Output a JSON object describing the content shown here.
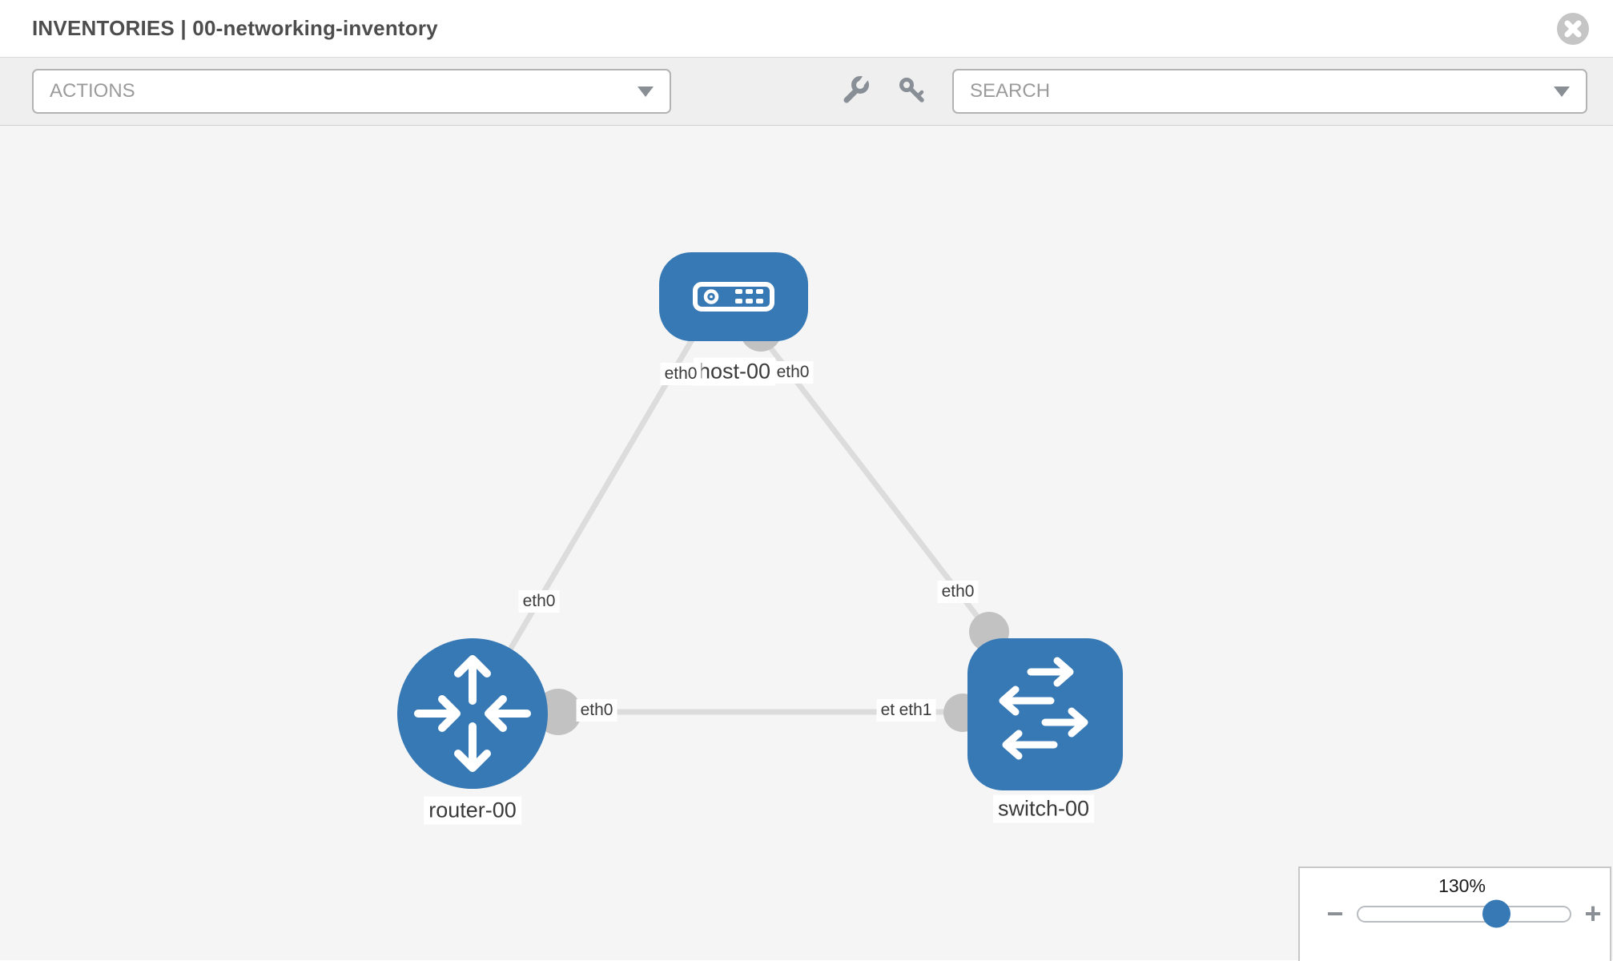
{
  "header": {
    "title": "INVENTORIES | 00-networking-inventory",
    "close_icon": "x-circle-icon"
  },
  "toolbar": {
    "actions_placeholder": "ACTIONS",
    "search_placeholder": "SEARCH",
    "icons": [
      "wrench-icon",
      "key-icon"
    ]
  },
  "topology": {
    "nodes": [
      {
        "label": "host-00",
        "type": "host",
        "icon": "server-icon"
      },
      {
        "label": "router-00",
        "type": "router",
        "icon": "router-arrows-icon"
      },
      {
        "label": "switch-00",
        "type": "switch",
        "icon": "switch-arrows-icon"
      }
    ],
    "links": [
      {
        "from": "host-00",
        "to": "router-00",
        "from_port": "eth0",
        "to_port": "eth0"
      },
      {
        "from": "host-00",
        "to": "switch-00",
        "from_port": "eth0",
        "to_port": "eth0"
      },
      {
        "from": "router-00",
        "to": "switch-00",
        "from_port": "eth0",
        "to_port": "eth1"
      }
    ],
    "port_labels": {
      "host_left": "eth0",
      "host_right": "eth0",
      "router_top": "eth0",
      "switch_top": "eth0",
      "router_right": "eth0",
      "switch_left_back": "eth0",
      "switch_left_front": "eth1"
    }
  },
  "zoom_control": {
    "level": "130%",
    "minus_label": "−",
    "plus_label": "+"
  },
  "colors": {
    "node_blue": "#3679b5",
    "link_gray": "#dcdcdc",
    "connector_gray": "#c2c2c2",
    "canvas_bg": "#f5f5f5",
    "toolbar_bg": "#efefef"
  }
}
